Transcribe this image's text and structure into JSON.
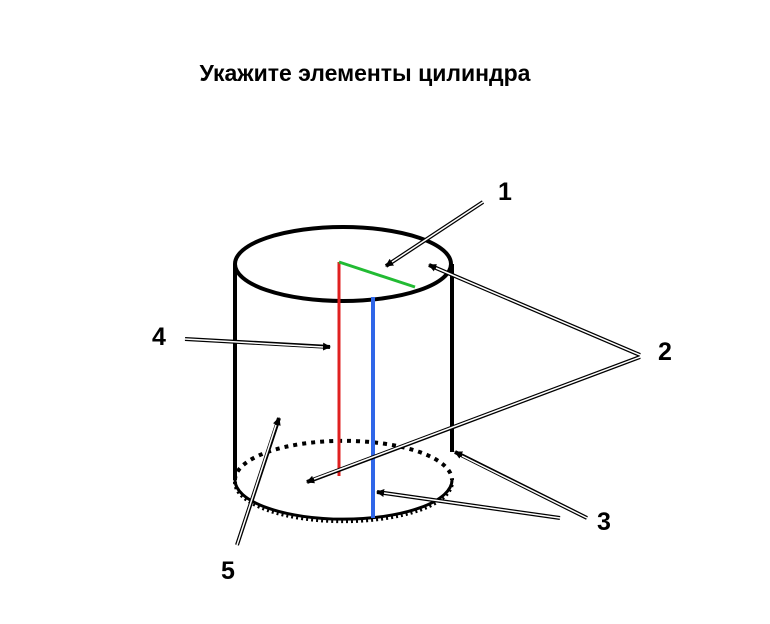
{
  "title": "Укажите элементы цилиндра",
  "labels": [
    "1",
    "2",
    "3",
    "4",
    "5"
  ],
  "colors": {
    "radius": "#22bb33",
    "height": "#e02020",
    "generatrix": "#2f66e8",
    "outline": "#000000"
  }
}
